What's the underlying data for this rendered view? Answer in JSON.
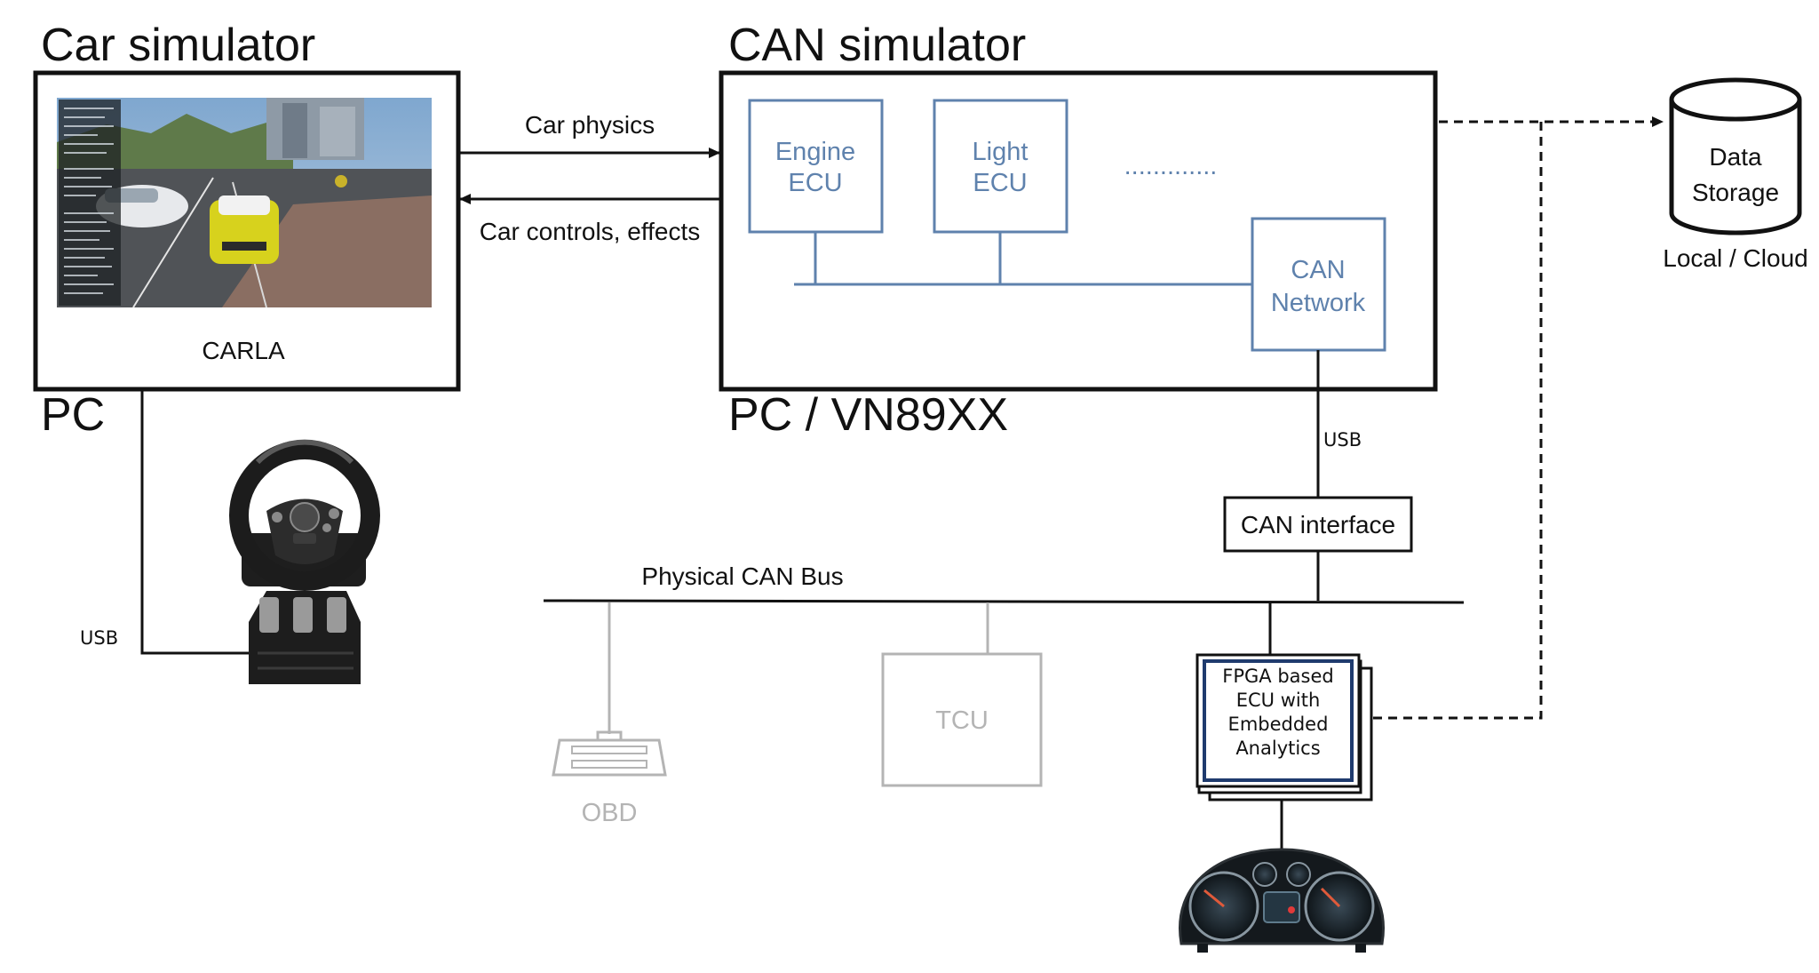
{
  "car_simulator": {
    "title": "Car simulator",
    "screen_label": "CARLA",
    "host": "PC"
  },
  "can_simulator": {
    "title": "CAN simulator",
    "host": "PC / VN89XX",
    "engine_ecu": [
      "Engine",
      "ECU"
    ],
    "light_ecu": [
      "Light",
      "ECU"
    ],
    "ellipsis": ".............",
    "can_network": [
      "CAN",
      "Network"
    ]
  },
  "links": {
    "car_physics": "Car physics",
    "car_controls": "Car controls, effects",
    "usb_can": "USB",
    "usb_wheel": "USB"
  },
  "storage": {
    "label": [
      "Data",
      "Storage"
    ],
    "location": "Local / Cloud"
  },
  "can_interface": "CAN interface",
  "physical_bus": "Physical CAN Bus",
  "obd": "OBD",
  "tcu": "TCU",
  "fpga_ecu": [
    "FPGA based",
    "ECU with",
    "Embedded",
    "Analytics"
  ],
  "colors": {
    "blue": "#5f82ad",
    "gray": "#b4b4b4",
    "fpga_border": "#1f3b6e"
  }
}
